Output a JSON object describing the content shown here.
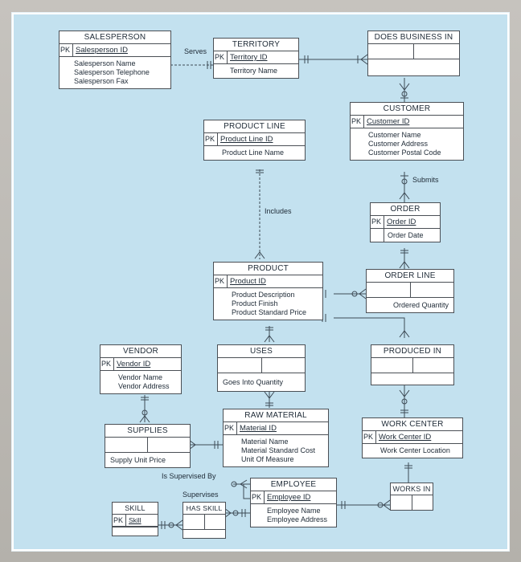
{
  "entities": {
    "salesperson": {
      "title": "SALESPERSON",
      "pk_label": "PK",
      "key": "Salesperson ID",
      "attrs": [
        "Salesperson Name",
        "Salesperson Telephone",
        "Salesperson Fax"
      ]
    },
    "territory": {
      "title": "TERRITORY",
      "pk_label": "PK",
      "key": "Territory ID",
      "attrs": [
        "Territory Name"
      ]
    },
    "does_business_in": {
      "title": "DOES BUSINESS IN"
    },
    "customer": {
      "title": "CUSTOMER",
      "pk_label": "PK",
      "key": "Customer ID",
      "attrs": [
        "Customer Name",
        "Customer Address",
        "Customer Postal Code"
      ]
    },
    "product_line": {
      "title": "PRODUCT LINE",
      "pk_label": "PK",
      "key": "Product Line ID",
      "attrs": [
        "Product Line Name"
      ]
    },
    "order": {
      "title": "ORDER",
      "pk_label": "PK",
      "key": "Order ID",
      "attrs": [
        "Order Date"
      ]
    },
    "product": {
      "title": "PRODUCT",
      "pk_label": "PK",
      "key": "Product ID",
      "attrs": [
        "Product Description",
        "Product Finish",
        "Product Standard Price"
      ]
    },
    "order_line": {
      "title": "ORDER LINE",
      "attrs": [
        "Ordered Quantity"
      ]
    },
    "vendor": {
      "title": "VENDOR",
      "pk_label": "PK",
      "key": "Vendor ID",
      "attrs": [
        "Vendor Name",
        "Vendor Address"
      ]
    },
    "uses": {
      "title": "USES",
      "attrs": [
        "Goes Into Quantity"
      ]
    },
    "produced_in": {
      "title": "PRODUCED IN"
    },
    "supplies": {
      "title": "SUPPLIES",
      "attrs": [
        "Supply Unit Price"
      ]
    },
    "raw_material": {
      "title": "RAW MATERIAL",
      "pk_label": "PK",
      "key": "Material ID",
      "attrs": [
        "Material Name",
        "Material Standard Cost",
        "Unit Of Measure"
      ]
    },
    "work_center": {
      "title": "WORK CENTER",
      "pk_label": "PK",
      "key": "Work Center ID",
      "attrs": [
        "Work Center Location"
      ]
    },
    "employee": {
      "title": "EMPLOYEE",
      "pk_label": "PK",
      "key": "Employee ID",
      "attrs": [
        "Employee Name",
        "Employee Address"
      ]
    },
    "works_in": {
      "title": "WORKS IN"
    },
    "skill": {
      "title": "SKILL",
      "pk_label": "PK",
      "key": "Skill"
    },
    "has_skill": {
      "title": "HAS SKILL"
    }
  },
  "relationships": {
    "serves": "Serves",
    "submits": "Submits",
    "includes": "Includes",
    "is_supervised_by": "Is Supervised By",
    "supervises": "Supervises"
  }
}
